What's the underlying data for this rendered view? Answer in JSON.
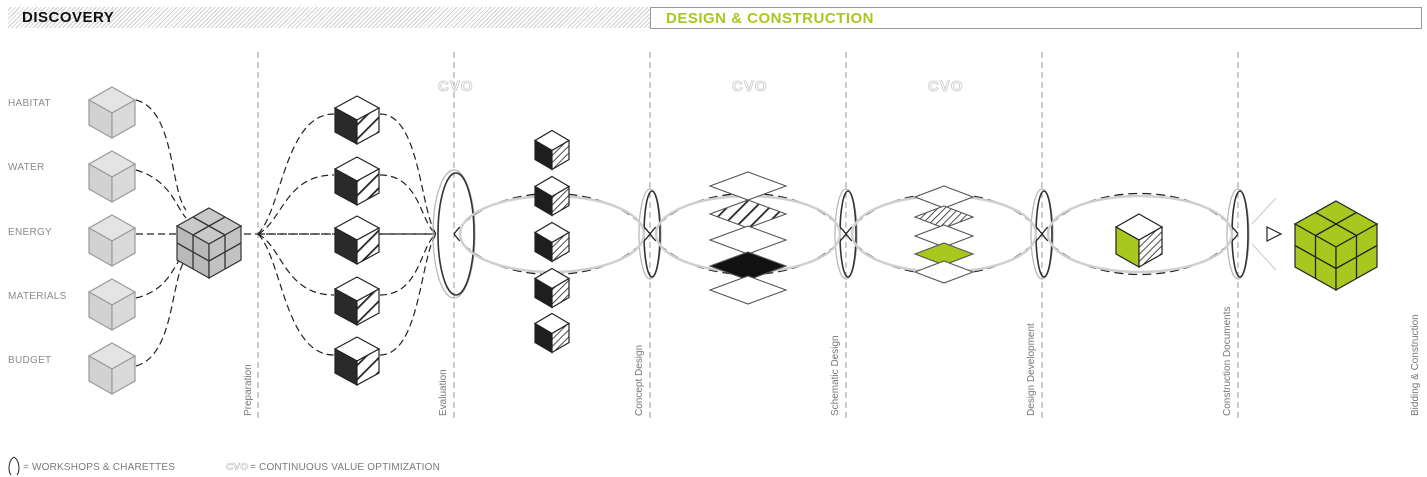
{
  "headers": {
    "discovery": "DISCOVERY",
    "design_construction": "DESIGN & CONSTRUCTION"
  },
  "inputs": [
    "HABITAT",
    "WATER",
    "ENERGY",
    "MATERIALS",
    "BUDGET"
  ],
  "cvo_label": "CVO",
  "phases": [
    "Preparation",
    "Evaluation",
    "Concept Design",
    "Schematic Design",
    "Design Development",
    "Construction Documents",
    "Bidding & Construction"
  ],
  "legend": {
    "workshops": "= WORKSHOPS & CHARETTES",
    "cvo_key": "CVO",
    "cvo_text": "= CONTINUOUS VALUE OPTIMIZATION"
  },
  "colors": {
    "accent_green": "#a8c81f",
    "cube_gray": "#dcdcdc",
    "line_dark": "#222222"
  },
  "icons": [
    "cube-icon",
    "workshop-loop-icon",
    "play-triangle-icon"
  ]
}
